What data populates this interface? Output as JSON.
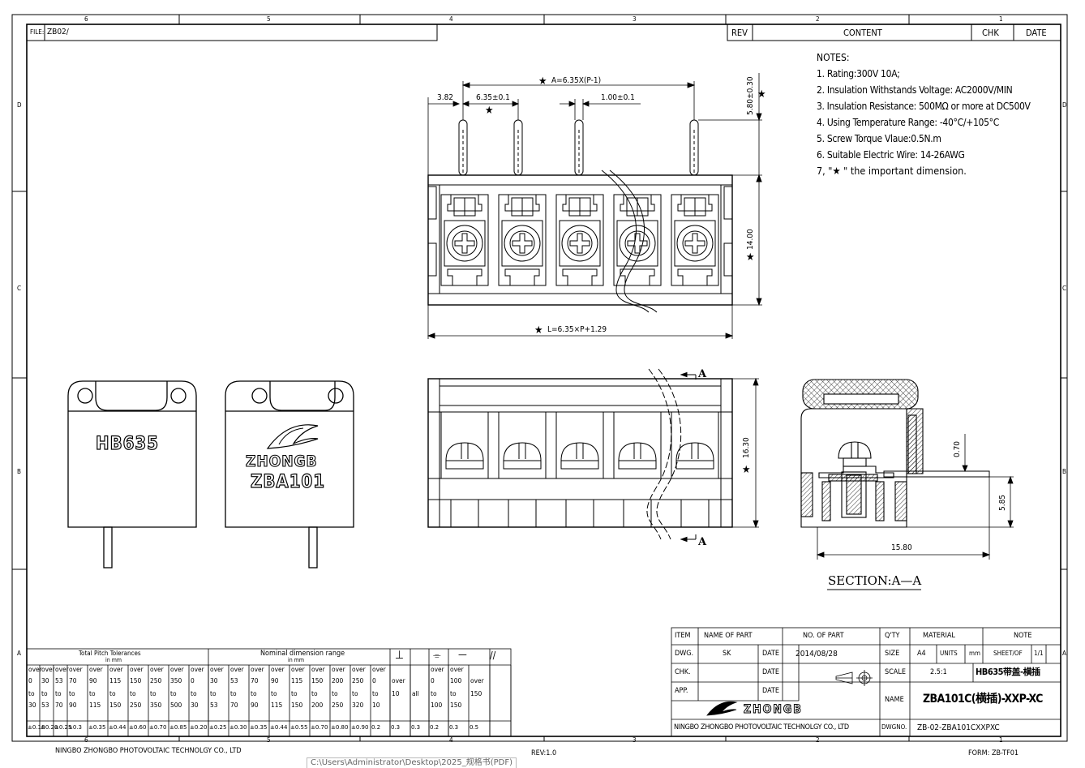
{
  "header": {
    "file_label": "FILE:",
    "file_value": "ZB02/",
    "rev": "REV",
    "content": "CONTENT",
    "chk": "CHK",
    "date": "DATE"
  },
  "grid": {
    "top_numbers": [
      "6",
      "5",
      "4",
      "3",
      "2",
      "1"
    ],
    "side_letters": [
      "D",
      "C",
      "B",
      "A"
    ]
  },
  "notes": {
    "title": "NOTES:",
    "items": [
      "1. Rating:300V 10A;",
      "2. Insulation Withstands Voltage:  AC2000V/MIN",
      "3. Insulation Resistance:  500MΩ or more at DC500V",
      "4. Using Temperature Range:  -40°C/+105°C",
      "5. Screw Torque Vlaue:0.5N.m",
      "6. Suitable Electric Wire:  14-26AWG",
      "7, \"★ \" the important dimension."
    ]
  },
  "dimensions": {
    "a_formula": "A=6.35X(P-1)",
    "d_382": "3.82",
    "d_pitch": "6.35±0.1",
    "d_pin": "1.00±0.1",
    "d_580": "5.80±0.30",
    "d_1400": "14.00",
    "l_formula": "L=6.35×P+1.29",
    "d_1630": "16.30",
    "d_070": "0.70",
    "d_585": "5.85",
    "d_1580": "15.80",
    "section_label": "A",
    "section_title": "SECTION:A—A"
  },
  "covers": {
    "left_text": "HB635",
    "brand": "ZHONGB",
    "model": "ZBA101"
  },
  "tolerance_table": {
    "pitch_title": "Total Pitch Tolerances",
    "pitch_unit": "in mm",
    "nominal_title": "Nominal dimension range",
    "nominal_unit": "in mm",
    "sym_perp": "⊥",
    "sym_sym": "⌯",
    "sym_flat": "—",
    "sym_par": "//",
    "r_over": [
      "over",
      "over",
      "over",
      "over",
      "over",
      "over",
      "over",
      "over",
      "over",
      "over",
      "over",
      "over",
      "over",
      "over",
      "over",
      "over",
      "over",
      "over",
      "over",
      "",
      "",
      "over",
      "over",
      ""
    ],
    "r_from": [
      "0",
      "30",
      "53",
      "70",
      "90",
      "115",
      "150",
      "250",
      "350",
      "0",
      "30",
      "53",
      "70",
      "90",
      "115",
      "150",
      "200",
      "250",
      "0",
      "over",
      "",
      "0",
      "100",
      "over"
    ],
    "r_to": [
      "to",
      "to",
      "to",
      "to",
      "to",
      "to",
      "to",
      "to",
      "to",
      "to",
      "to",
      "to",
      "to",
      "to",
      "to",
      "to",
      "to",
      "to",
      "to",
      "10",
      "all",
      "to",
      "to",
      "150"
    ],
    "r_upto": [
      "30",
      "53",
      "70",
      "90",
      "115",
      "150",
      "250",
      "350",
      "500",
      "30",
      "53",
      "70",
      "90",
      "115",
      "150",
      "200",
      "250",
      "320",
      "10",
      "",
      "",
      "100",
      "150",
      ""
    ],
    "r_tol": [
      "±0.18",
      "±0.20",
      "±0.25",
      "±0.3",
      "±0.35",
      "±0.44",
      "±0.60",
      "±0.70",
      "±0.85",
      "±0.20",
      "±0.25",
      "±0.30",
      "±0.35",
      "±0.44",
      "±0.55",
      "±0.70",
      "±0.80",
      "±0.90",
      "0.2",
      "0.3",
      "0.3",
      "0.2",
      "0.3",
      "0.5"
    ]
  },
  "title_block": {
    "item": "ITEM",
    "name_of_part": "NAME OF PART",
    "no_of_part": "NO. OF PART",
    "qty": "Q'TY",
    "material": "MATERIAL",
    "note": "NOTE",
    "dwg": "DWG.",
    "dwg_by": "SK",
    "date_label": "DATE",
    "dwg_date": "2014/08/28",
    "size_label": "SIZE",
    "size_value": "A4",
    "units_label": "UNITS",
    "units_value": "mm",
    "sheet_label": "SHEET/OF",
    "sheet_value": "1/1",
    "chk": "CHK.",
    "scale_label": "SCALE",
    "scale_value": "2.5:1",
    "scale_note": "HB635带盖-横插",
    "app": "APP.",
    "name_label": "NAME",
    "name_value": "ZBA101C(横插)-XXP-XC",
    "brand": "ZHONGB",
    "company": "NINGBO ZHONGBO PHOTOVOLTAIC TECHNOLGY CO., LTD",
    "dwgno_label": "DWGNO.",
    "dwgno_value": "ZB-02-ZBA101CXXPXC"
  },
  "footer": {
    "company": "NINGBO ZHONGBO PHOTOVOLTAIC TECHNOLGY CO., LTD",
    "rev": "REV:1.0",
    "form": "FORM: ZB-TF01",
    "path": "C:\\Users\\Administrator\\Desktop\\2025_规格书(PDF)"
  }
}
